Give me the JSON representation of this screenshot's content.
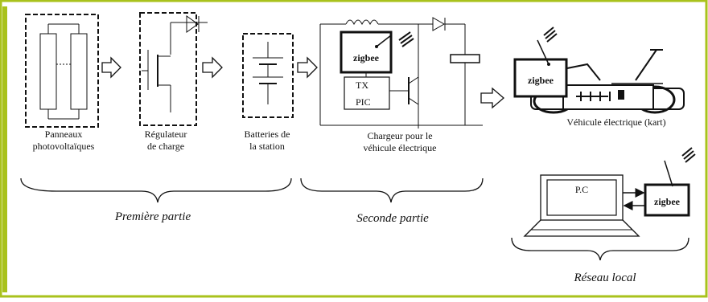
{
  "colors": {
    "frame": "#a9c21c",
    "ink": "#111111"
  },
  "blocks": {
    "panels": [
      "Panneaux",
      "photovoltaïques"
    ],
    "regulator": [
      "Régulateur",
      "de charge"
    ],
    "batteries": [
      "Batteries de",
      "la station"
    ],
    "charger": [
      "Chargeur pour le",
      "véhicule électrique"
    ],
    "vehicle": "Véhicule électrique  (kart)"
  },
  "modules": {
    "zigbee_charger": "zigbee",
    "zigbee_vehicle": "zigbee",
    "zigbee_pc": "zigbee",
    "tx": "TX",
    "pic": "PIC",
    "pc": "P.C"
  },
  "parts": {
    "first": "Première partie",
    "second": "Seconde partie",
    "local": "Réseau local"
  }
}
